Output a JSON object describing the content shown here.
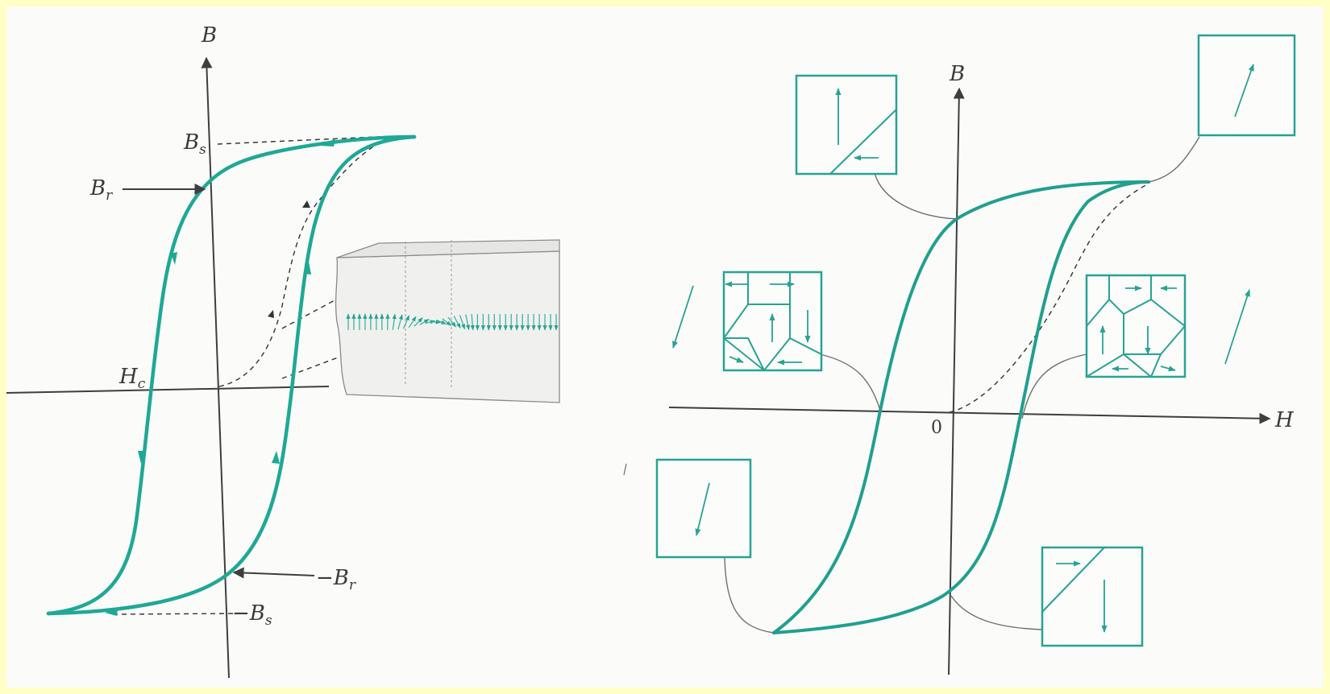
{
  "left_diagram": {
    "labels": {
      "b_axis": "B",
      "bs": "B",
      "bs_sub": "s",
      "br": "B",
      "br_sub": "r",
      "hc": "H",
      "hc_sub": "c",
      "neg_br": "−B",
      "neg_br_sub": "r",
      "neg_bs": "−B",
      "neg_bs_sub": "s"
    }
  },
  "right_diagram": {
    "labels": {
      "b_axis": "B",
      "h_axis": "H",
      "origin": "0"
    }
  },
  "colors": {
    "background": "#ffffc6",
    "paper": "#fbfbf9",
    "loop": "#1fa896",
    "axis": "#3e3e3e"
  }
}
